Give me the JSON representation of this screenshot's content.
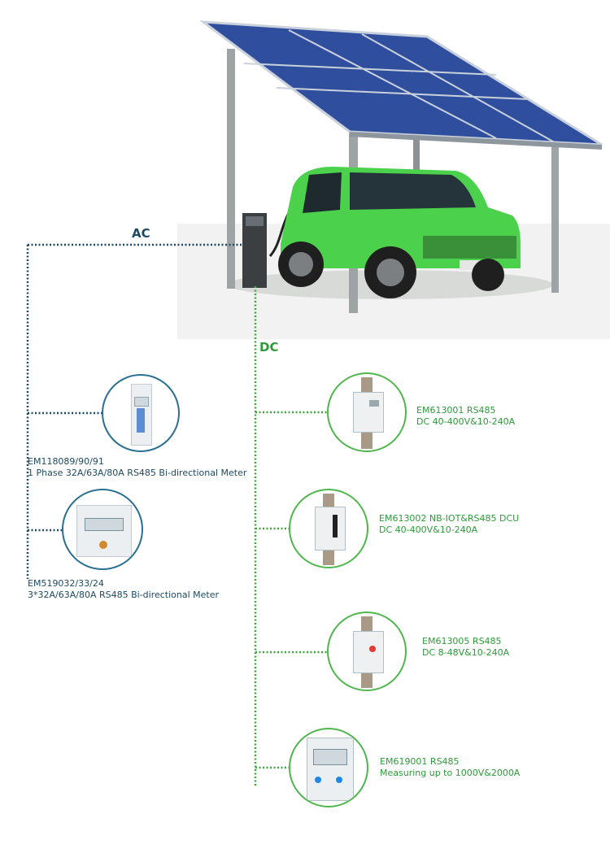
{
  "labels": {
    "ac": "AC",
    "dc": "DC"
  },
  "colors": {
    "ac_line": "#1c4a63",
    "dc_line": "#3aa83a",
    "car": "#4bd14b",
    "panel": "#3a5aa8"
  },
  "ac_products": [
    {
      "model": "EM118089/90/91",
      "desc": "1 Phase 32A/63A/80A RS485 Bi-directional Meter"
    },
    {
      "model": "EM519032/33/24",
      "desc": "3*32A/63A/80A RS485 Bi-directional Meter"
    }
  ],
  "dc_products": [
    {
      "model": "EM613001 RS485",
      "desc": "DC 40-400V&10-240A"
    },
    {
      "model": "EM613002 NB-IOT&RS485 DCU",
      "desc": "DC 40-400V&10-240A"
    },
    {
      "model": "EM613005 RS485",
      "desc": "DC 8-48V&10-240A"
    },
    {
      "model": "EM619001 RS485",
      "desc": "Measuring up to 1000V&2000A"
    }
  ]
}
